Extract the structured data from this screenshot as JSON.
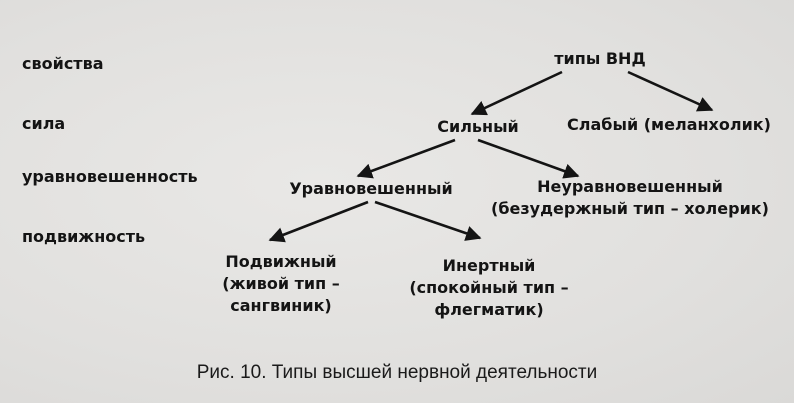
{
  "row_labels": {
    "properties": "свойства",
    "strength": "сила",
    "balance": "уравновешенность",
    "mobility": "подвижность"
  },
  "nodes": {
    "root": "типы ВНД",
    "strong": "Сильный",
    "weak": "Слабый (меланхолик)",
    "balanced": "Уравновешенный",
    "unbalanced_line1": "Неуравновешенный",
    "unbalanced_line2": "(безудержный тип – холерик)",
    "mobile_line1": "Подвижный",
    "mobile_line2": "(живой тип –",
    "mobile_line3": "сангвиник)",
    "inert_line1": "Инертный",
    "inert_line2": "(спокойный тип –",
    "inert_line3": "флегматик)"
  },
  "caption": "Рис. 10. Типы высшей нервной деятельности",
  "colors": {
    "ink": "#141414",
    "paper": "#e3e2e0"
  }
}
